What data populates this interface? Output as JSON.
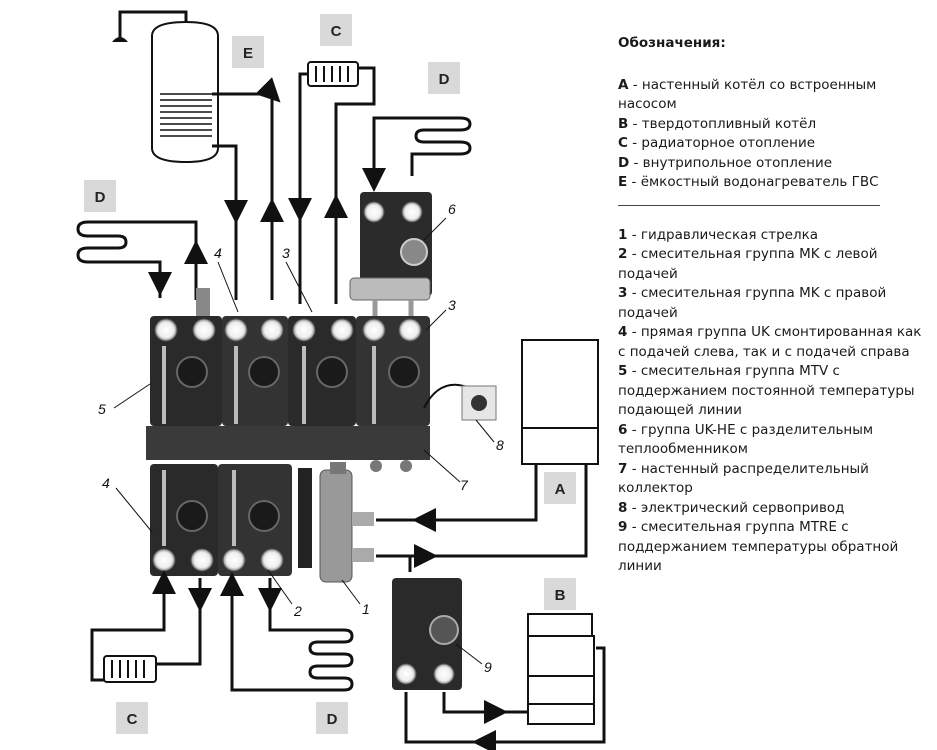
{
  "labels": {
    "E": "E",
    "C_top": "C",
    "D_top": "D",
    "D_left": "D",
    "A": "A",
    "B": "B",
    "C_bottom": "C",
    "D_bottom": "D"
  },
  "numbers": {
    "n1": "1",
    "n2": "2",
    "n3a": "3",
    "n3b": "3",
    "n4a": "4",
    "n4b": "4",
    "n5": "5",
    "n6": "6",
    "n7": "7",
    "n8": "8",
    "n9": "9"
  },
  "legend": {
    "title": "Обозначения:",
    "systems": [
      {
        "key": "A",
        "text": " - настенный котёл со встроенным насосом"
      },
      {
        "key": "B",
        "text": " - твердотопливный котёл"
      },
      {
        "key": "C",
        "text": " - радиаторное отопление"
      },
      {
        "key": "D",
        "text": " - внутрипольное отопление"
      },
      {
        "key": "E",
        "text": " - ёмкостный водонагреватель ГВС"
      }
    ],
    "items": [
      {
        "key": "1",
        "text": " - гидравлическая стрелка"
      },
      {
        "key": "2",
        "text": " - смесительная группа MK с левой подачей"
      },
      {
        "key": "3",
        "text": " - смесительная группа MK с правой подачей"
      },
      {
        "key": "4",
        "text": " - прямая группа UK смонтированная как с подачей слева, так и с подачей справа"
      },
      {
        "key": "5",
        "text": " - смесительная группа MTV с поддержанием постоянной температуры подающей линии"
      },
      {
        "key": "6",
        "text": " - группа UK-HE с разделительным теплообменником"
      },
      {
        "key": "7",
        "text": " - настенный распределительный коллектор"
      },
      {
        "key": "8",
        "text": " - электрический сервопривод"
      },
      {
        "key": "9",
        "text": " - смесительная группа MTRE с поддержанием температуры обратной линии"
      }
    ]
  }
}
